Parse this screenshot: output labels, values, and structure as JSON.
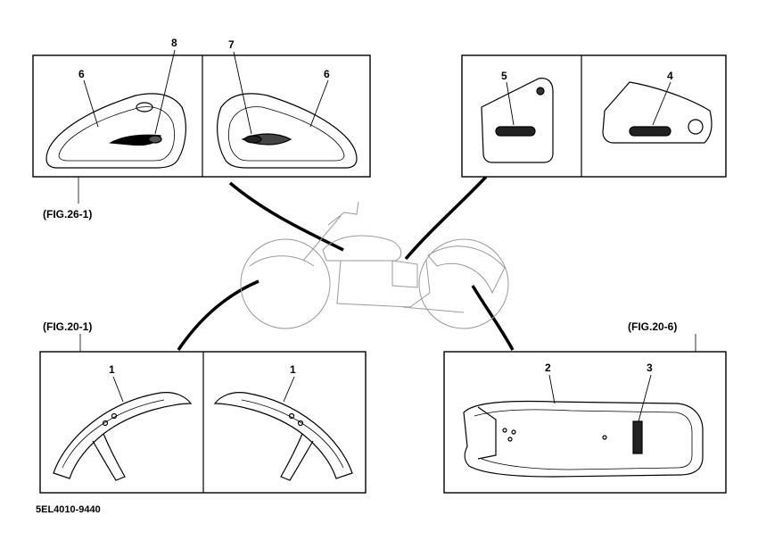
{
  "figure_refs": {
    "tank": "(FIG.26-1)",
    "front_fender": "(FIG.20-1)",
    "rear_fender": "(FIG.20-6)"
  },
  "callouts": {
    "tank_left_emblem": "8",
    "tank_left_graphic": "6",
    "tank_right_emblem": "7",
    "tank_right_graphic": "6",
    "side_cover_left": "5",
    "side_cover_right": "4",
    "front_fender_left": "1",
    "front_fender_right": "1",
    "rear_fender_stripe": "2",
    "rear_fender_emblem": "3"
  },
  "diagram_code": "5EL4010-9440"
}
